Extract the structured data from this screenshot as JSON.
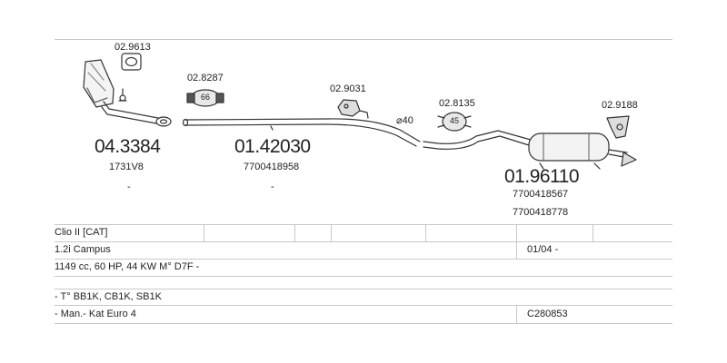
{
  "parts": {
    "p1": {
      "small": "02.9613"
    },
    "p2": {
      "big": "04.3384",
      "ref1": "1731V8",
      "dot": "-"
    },
    "p3": {
      "small": "02.8287",
      "badge": "66"
    },
    "p4": {
      "big": "01.42030",
      "ref1": "7700418958",
      "dot": "-"
    },
    "p5": {
      "small": "02.9031",
      "pipe": "⌀40"
    },
    "p6": {
      "small": "02.8135",
      "badge": "45"
    },
    "p7": {
      "small": "02.9188"
    },
    "p8": {
      "big": "01.96110",
      "ref1": "7700418567",
      "ref2": "7700418778"
    }
  },
  "table": {
    "r1c1": "Clio II  [CAT]",
    "r2c1": "1.2i  Campus",
    "r2c2": "01/04 -",
    "r3c1": "1149 cc, 60 HP, 44 KW M° D7F  -",
    "r5c1": "- T° BB1K, CB1K, SB1K",
    "r6c1": "- Man.- Kat Euro 4",
    "r6c2": "C280853"
  }
}
